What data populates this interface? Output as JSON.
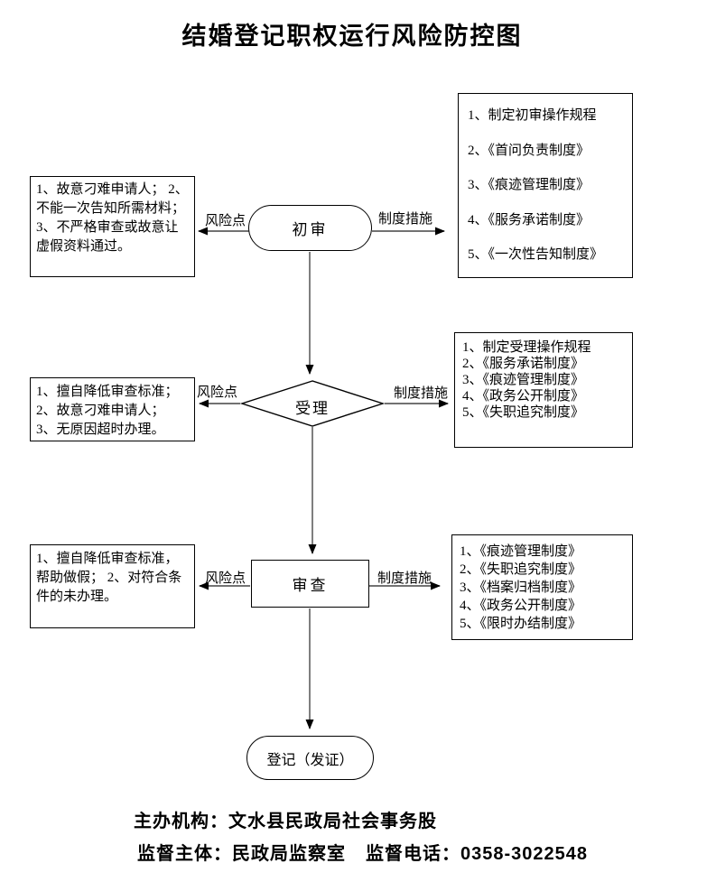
{
  "title": "结婚登记职权运行风险防控图",
  "labels": {
    "risk": "风险点",
    "measure": "制度措施"
  },
  "nodes": {
    "initial": "初审",
    "accept": "受理",
    "review": "审查",
    "register": "登记（发证）"
  },
  "risk_boxes": {
    "initial": [
      "1、故意刁难申请人；",
      "2、不能一次告知所需材料；",
      "3、不严格审查或故意让虚假资料通过。"
    ],
    "accept": [
      "1、擅自降低审查标准；",
      "2、故意刁难申请人；",
      "3、无原因超时办理。"
    ],
    "review": [
      "1、擅自降低审查标准，帮助做假；",
      "2、对符合条件的未办理。"
    ]
  },
  "measure_boxes": {
    "initial": [
      "1、制定初审操作规程",
      "2、《首问负责制度》",
      "3、《痕迹管理制度》",
      "4、《服务承诺制度》",
      "5、《一次性告知制度》"
    ],
    "accept": [
      "1、制定受理操作规程",
      "2、《服务承诺制度》",
      "3、《痕迹管理制度》",
      "4、《政务公开制度》",
      "5、《失职追究制度》"
    ],
    "review": [
      "1、《痕迹管理制度》",
      "2、《失职追究制度》",
      "3、《档案归档制度》",
      "4、《政务公开制度》",
      "5、《限时办结制度》"
    ]
  },
  "footer": {
    "organizer": "主办机构：文水县民政局社会事务股",
    "supervisor": "监督主体：民政局监察室",
    "phone": "监督电话：0358-3022548"
  },
  "colors": {
    "line": "#444444",
    "shape_border": "#000000",
    "background": "#ffffff"
  }
}
